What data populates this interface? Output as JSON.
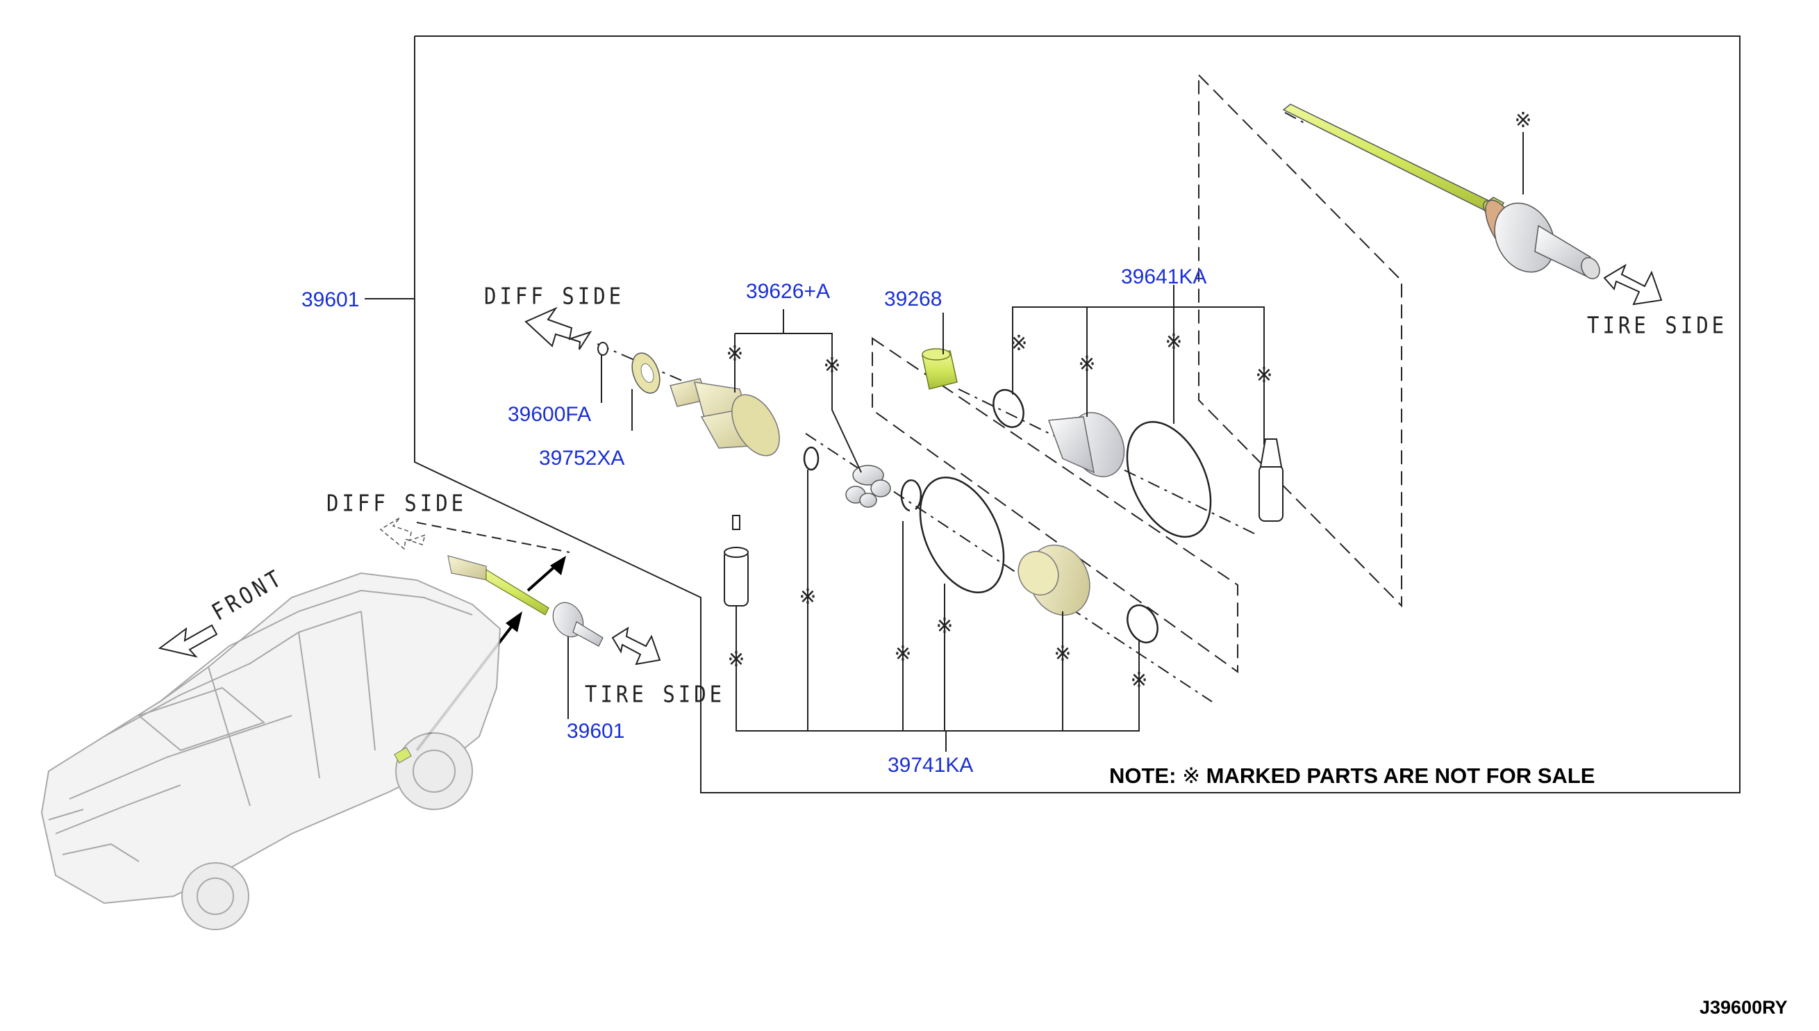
{
  "labels": {
    "part_39601_main": "39601",
    "part_39601_small": "39601",
    "part_39600FA": "39600FA",
    "part_39752XA": "39752XA",
    "part_39626A": "39626+A",
    "part_39268": "39268",
    "part_39641KA": "39641KA",
    "part_39741KA": "39741KA",
    "diff_side_top": "DIFF SIDE",
    "diff_side_small": "DIFF SIDE",
    "tire_side_top": "TIRE SIDE",
    "tire_side_small": "TIRE SIDE",
    "front": "FRONT",
    "note_prefix": "NOTE:",
    "note_text": "MARKED PARTS ARE NOT FOR SALE",
    "diagram_ref": "J39600RY"
  },
  "not_for_sale_mark": "※",
  "colors": {
    "part_number": "#1a2fd6",
    "shaft_green": "#d6ea6e",
    "part_cream": "#ece7b8",
    "line": "#222222"
  }
}
